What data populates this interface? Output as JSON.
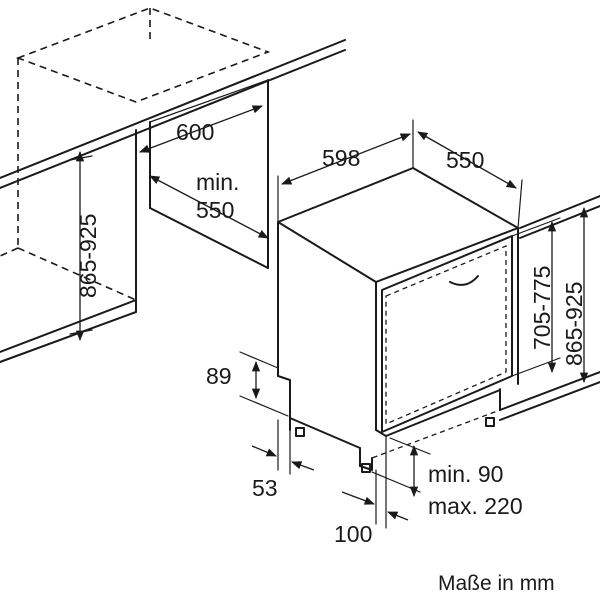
{
  "dimensions": {
    "niche_width": "600",
    "niche_depth_min": "min.",
    "niche_depth_value": "550",
    "cabinet_height": "865-925",
    "appliance_width": "598",
    "appliance_depth": "550",
    "door_height": "705-775",
    "appliance_height": "865-925",
    "plinth_height": "89",
    "plinth_setback": "53",
    "plinth_gap_min": "min. 90",
    "plinth_gap_max": "max. 220",
    "door_offset": "100"
  },
  "caption": "Maße in mm"
}
